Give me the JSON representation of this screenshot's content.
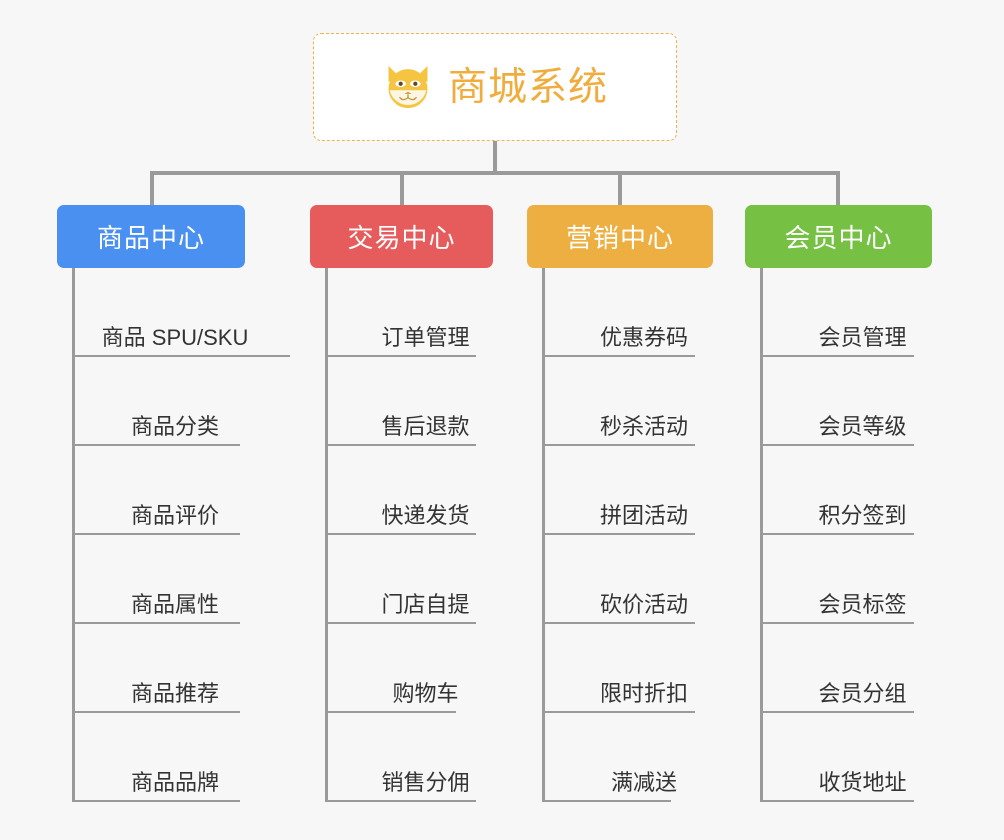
{
  "page": {
    "background_color": "#f7f7f7",
    "line_color": "#9a9a9a"
  },
  "root": {
    "title": "商城系统",
    "icon": "shiba-dog-face-icon",
    "text_color": "#f0ad3e",
    "border_color": "#f0b04a",
    "background_color": "#ffffff"
  },
  "branches": [
    {
      "header": "商品中心",
      "color": "#4a90f0",
      "items": [
        "商品 SPU/SKU",
        "商品分类",
        "商品评价",
        "商品属性",
        "商品推荐",
        "商品品牌"
      ]
    },
    {
      "header": "交易中心",
      "color": "#e65c5c",
      "items": [
        "订单管理",
        "售后退款",
        "快递发货",
        "门店自提",
        "购物车",
        "销售分佣"
      ]
    },
    {
      "header": "营销中心",
      "color": "#edaf42",
      "items": [
        "优惠券码",
        "秒杀活动",
        "拼团活动",
        "砍价活动",
        "限时折扣",
        "满减送"
      ]
    },
    {
      "header": "会员中心",
      "color": "#76c043",
      "items": [
        "会员管理",
        "会员等级",
        "积分签到",
        "会员标签",
        "会员分组",
        "收货地址"
      ]
    }
  ]
}
